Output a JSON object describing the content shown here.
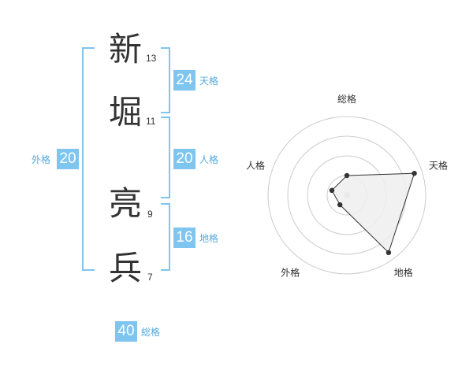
{
  "name": {
    "chars": [
      {
        "char": "新",
        "strokes": "13"
      },
      {
        "char": "堀",
        "strokes": "11"
      },
      {
        "char": "亮",
        "strokes": "9"
      },
      {
        "char": "兵",
        "strokes": "7"
      }
    ]
  },
  "fortune": {
    "tenkaku": {
      "value": "24",
      "label": "天格"
    },
    "jinkaku": {
      "value": "20",
      "label": "人格"
    },
    "chikaku": {
      "value": "16",
      "label": "地格"
    },
    "gaikaku": {
      "value": "20",
      "label": "外格"
    },
    "soukaku": {
      "value": "40",
      "label": "総格"
    }
  },
  "chart_data": {
    "type": "radar",
    "axes": [
      "総格",
      "天格",
      "地格",
      "外格",
      "人格"
    ],
    "values": [
      0.25,
      0.9,
      0.9,
      0.15,
      0.2
    ],
    "range": [
      0,
      1
    ],
    "rings": 4,
    "colors": {
      "fill": "#efefef",
      "line": "#333333",
      "grid": "#cccccc",
      "center": "#cccccc"
    }
  }
}
